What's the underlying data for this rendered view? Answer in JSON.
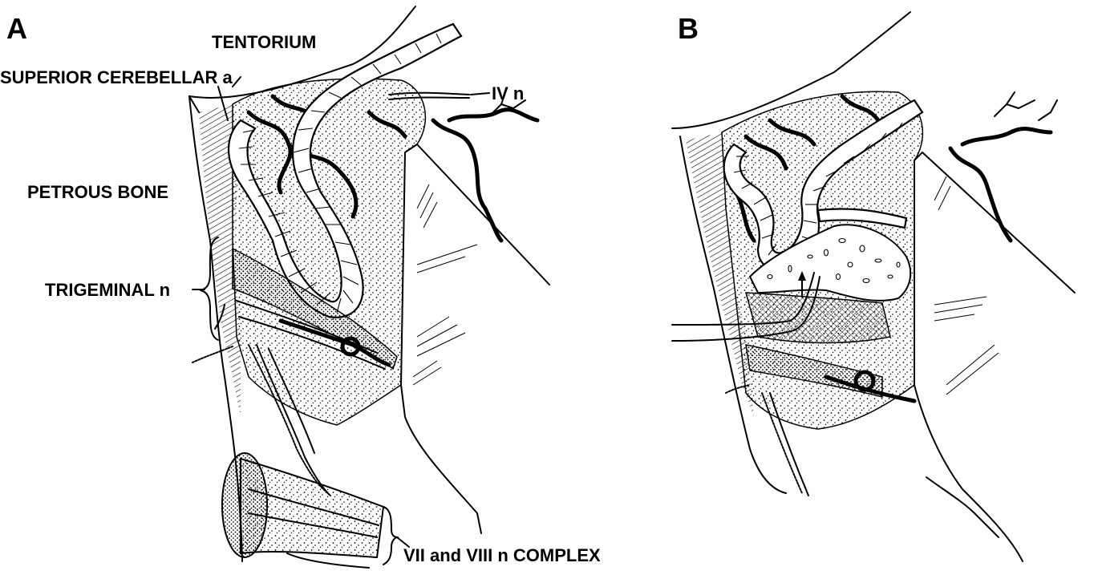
{
  "panels": [
    {
      "letter": "A",
      "labels": {
        "tentorium": "TENTORIUM",
        "superior_cerebellar": "SUPERIOR CEREBELLAR a",
        "iv_n": "IV n",
        "petrous_bone": "PETROUS BONE",
        "trigeminal": "TRIGEMINAL n",
        "vii_viii": "VII and VIII n COMPLEX"
      }
    },
    {
      "letter": "B",
      "labels": {}
    }
  ]
}
